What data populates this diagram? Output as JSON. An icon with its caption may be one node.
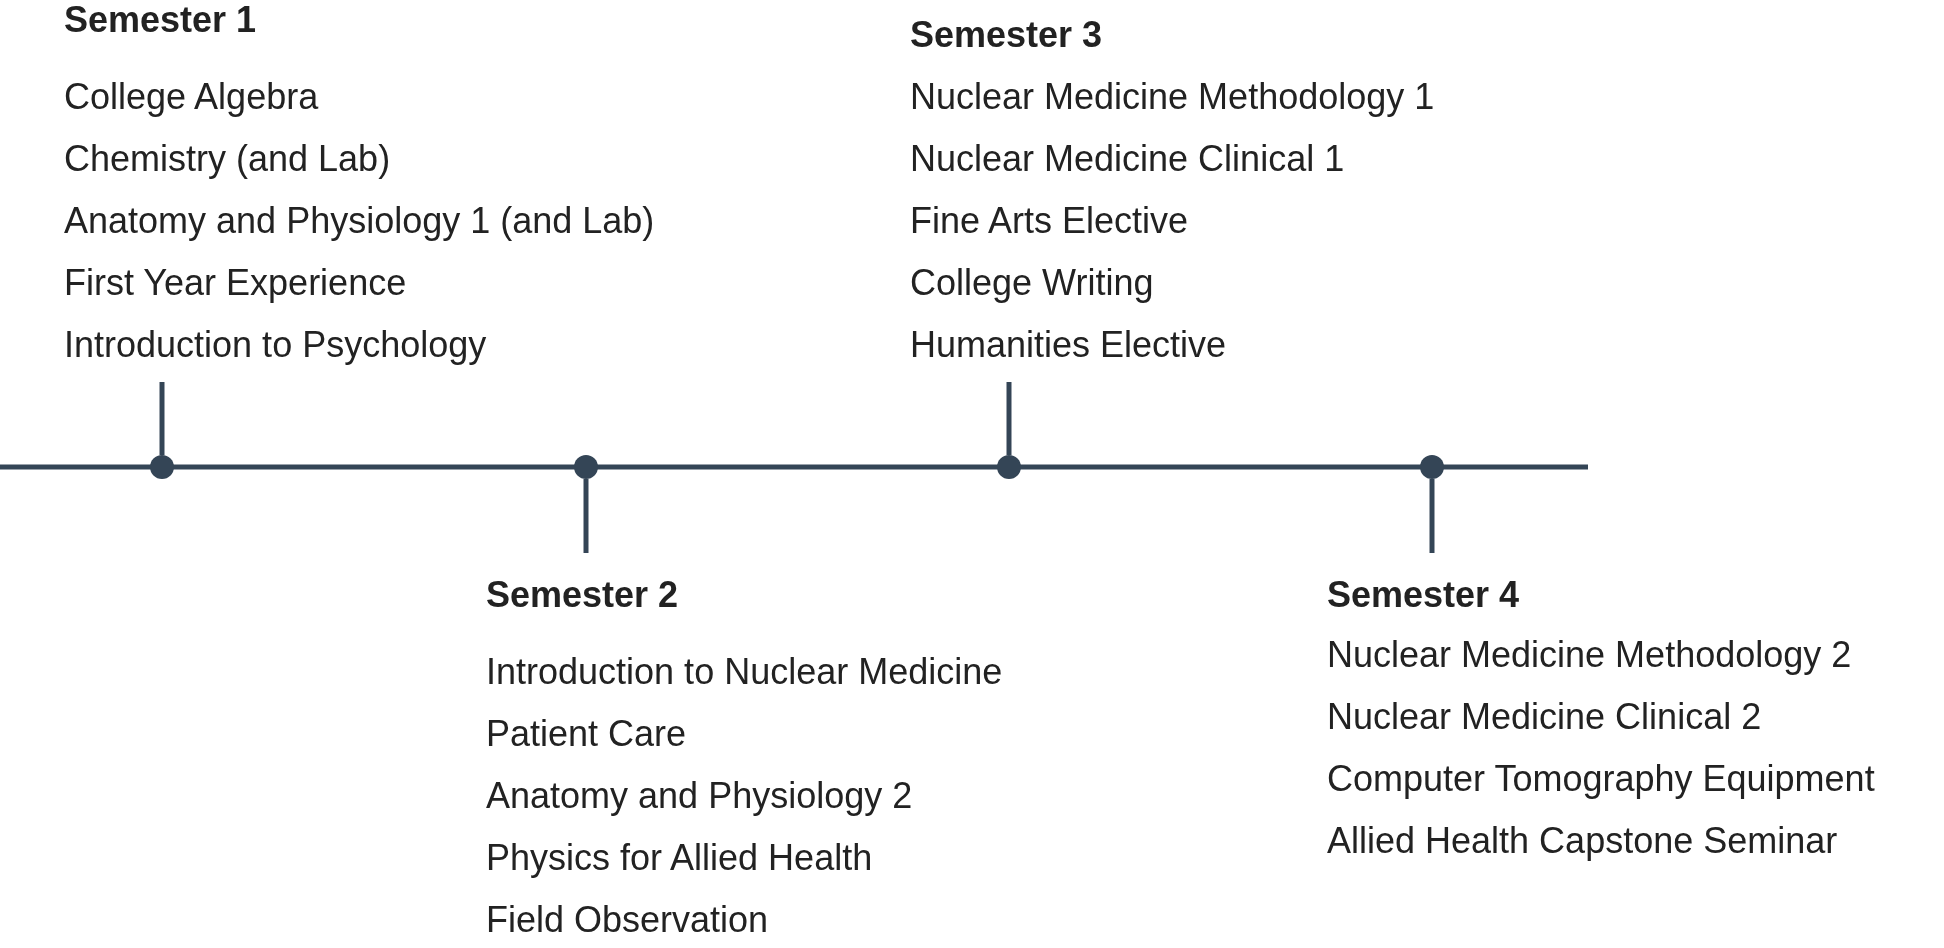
{
  "diagram": {
    "nodes": [
      {
        "text": [
          "Semester 1",
          "College Algebra",
          "Chemistry (and Lab)",
          "Anatomy and Physiology 1 (and Lab)",
          "First Year Experience",
          "Introduction to Psychology"
        ]
      },
      {
        "text": [
          "Semester 2",
          "Introduction to Nuclear Medicine",
          "Patient Care",
          "Anatomy and Physiology 2",
          "Physics for Allied Health",
          "Field Observation"
        ]
      },
      {
        "text": [
          "Semester 3",
          "Nuclear Medicine Methodology 1",
          "Nuclear Medicine Clinical 1",
          "Fine Arts Elective",
          "College Writing",
          "Humanities Elective"
        ]
      },
      {
        "text": [
          "Semester 4",
          "Nuclear Medicine Methodology 2",
          "Nuclear Medicine Clinical 2",
          "Computer Tomography Equipment",
          "Allied Health Capstone Seminar"
        ]
      },
      {
        "text": [],
        "shape": "circle"
      },
      {
        "text": [],
        "shape": "circle"
      },
      {
        "text": [],
        "shape": "circle"
      },
      {
        "text": [],
        "shape": "circle"
      }
    ],
    "edges": [
      {
        "from": 0,
        "to": 4,
        "arrow": "none"
      },
      {
        "from": 1,
        "to": 5,
        "arrow": "none"
      },
      {
        "from": 2,
        "to": 6,
        "arrow": "none"
      },
      {
        "from": 3,
        "to": 7,
        "arrow": "none"
      }
    ]
  }
}
